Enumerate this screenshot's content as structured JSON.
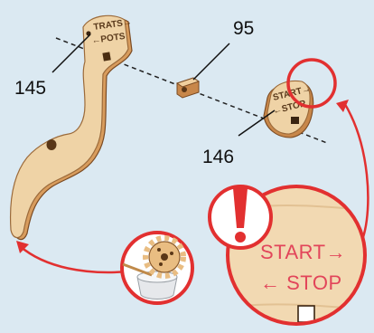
{
  "part_numbers": {
    "lever": "145",
    "spacer": "95",
    "small_plate": "146"
  },
  "engravings": {
    "lever_line1": "TRATS→",
    "lever_line2": "←POTS",
    "plate_line1": "START→",
    "plate_line2": "←STOP"
  },
  "zoom_callout": {
    "line1": "START→",
    "line2": "← STOP",
    "alert_symbol": "!"
  },
  "colors": {
    "background": "#dbe9f2",
    "wood": "#e9c89a",
    "wood_edge": "#a36f3e",
    "accent_red": "#e23030",
    "zoom_text": "#e2455a"
  },
  "icons": [
    "exclamation-icon",
    "glue-bowl-gear-icon"
  ]
}
